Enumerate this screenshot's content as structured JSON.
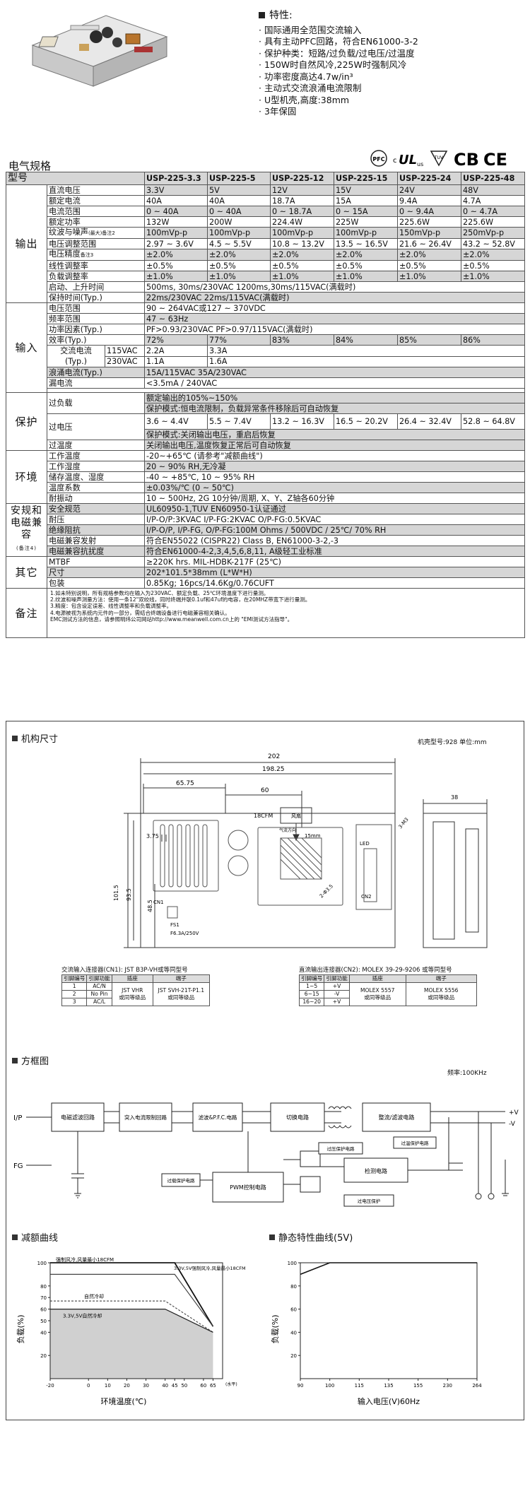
{
  "features": {
    "title": "特性:",
    "items": [
      "国际通用全范围交流输入",
      "具有主动PFC回路，符合EN61000-3-2",
      "保护种类：短路/过负载/过电压/过温度",
      "150W时自然风冷,225W时强制风冷",
      "功率密度高达4.7w/in³",
      "主动式交流浪涌电流限制",
      "U型机壳,高度:38mm",
      "3年保固"
    ]
  },
  "spec_title": "电气规格",
  "certs": {
    "c1": "PFC",
    "c2": "c",
    "c3": "UL",
    "c4": "us",
    "c5": "TUV",
    "c6": "CB",
    "c7": "CE"
  },
  "table": {
    "model_label": "型号",
    "models": [
      "USP-225-3.3",
      "USP-225-5",
      "USP-225-12",
      "USP-225-15",
      "USP-225-24",
      "USP-225-48"
    ],
    "groups": {
      "output": "输出",
      "input": "输入",
      "protection": "保护",
      "environment": "环境",
      "safety": "安规和电磁兼容",
      "safety_note": "(备注4)",
      "other": "其它",
      "remarks": "备注"
    },
    "out": [
      {
        "label": "直流电压",
        "vals": [
          "3.3V",
          "5V",
          "12V",
          "15V",
          "24V",
          "48V"
        ]
      },
      {
        "label": "额定电流",
        "vals": [
          "40A",
          "40A",
          "18.7A",
          "15A",
          "9.4A",
          "4.7A"
        ]
      },
      {
        "label": "电流范围",
        "vals": [
          "0 ~ 40A",
          "0 ~ 40A",
          "0 ~ 18.7A",
          "0 ~ 15A",
          "0 ~ 9.4A",
          "0 ~ 4.7A"
        ]
      },
      {
        "label": "额定功率",
        "vals": [
          "132W",
          "200W",
          "224.4W",
          "225W",
          "225.6W",
          "225.6W"
        ]
      },
      {
        "label": "纹波与噪声",
        "note": "(最大)备注2",
        "vals": [
          "100mVp-p",
          "100mVp-p",
          "100mVp-p",
          "100mVp-p",
          "150mVp-p",
          "250mVp-p"
        ]
      },
      {
        "label": "电压调整范围",
        "vals": [
          "2.97 ~ 3.6V",
          "4.5 ~ 5.5V",
          "10.8 ~ 13.2V",
          "13.5 ~ 16.5V",
          "21.6 ~ 26.4V",
          "43.2 ~ 52.8V"
        ]
      },
      {
        "label": "电压精度",
        "note": "备注3",
        "vals": [
          "±2.0%",
          "±2.0%",
          "±2.0%",
          "±2.0%",
          "±2.0%",
          "±2.0%"
        ]
      },
      {
        "label": "线性调整率",
        "vals": [
          "±0.5%",
          "±0.5%",
          "±0.5%",
          "±0.5%",
          "±0.5%",
          "±0.5%"
        ]
      },
      {
        "label": "负载调整率",
        "vals": [
          "±1.0%",
          "±1.0%",
          "±1.0%",
          "±1.0%",
          "±1.0%",
          "±1.0%"
        ]
      }
    ],
    "out_setup": {
      "label": "启动、上升时间",
      "value": "500ms, 30ms/230VAC     1200ms,30ms/115VAC(满载时)"
    },
    "out_hold": {
      "label": "保持时间(Typ.)",
      "value": "22ms/230VAC     22ms/115VAC(满载时)"
    },
    "in_vrange": {
      "label": "电压范围",
      "value": "90 ~ 264VAC或127 ~ 370VDC"
    },
    "in_freq": {
      "label": "频率范围",
      "value": "47 ~ 63Hz"
    },
    "in_pf": {
      "label": "功率因素(Typ.)",
      "value": "PF>0.93/230VAC        PF>0.97/115VAC(满载时)"
    },
    "in_eff": {
      "label": "效率(Typ.)",
      "vals": [
        "72%",
        "77%",
        "83%",
        "84%",
        "85%",
        "86%"
      ]
    },
    "in_cur": {
      "label": "交流电流",
      "sub": "(Typ.)",
      "r1": "115VAC",
      "r2": "230VAC",
      "v115": [
        "2.2A",
        "3.3A"
      ],
      "v230": [
        "1.1A",
        "1.6A"
      ]
    },
    "in_inrush": {
      "label": "浪涌电流(Typ.)",
      "value": "15A/115VAC        35A/230VAC"
    },
    "in_leak": {
      "label": "漏电流",
      "value": "<3.5mA / 240VAC"
    },
    "prot_ol": {
      "label": "过负载",
      "v1": "额定输出的105%~150%",
      "v2": "保护模式:恒电流限制，负载异常条件移除后可自动恢复"
    },
    "prot_ov": {
      "label": "过电压",
      "vals": [
        "3.6 ~ 4.4V",
        "5.5 ~ 7.4V",
        "13.2 ~ 16.3V",
        "16.5 ~ 20.2V",
        "26.4 ~ 32.4V",
        "52.8 ~ 64.8V"
      ],
      "mode": "保护模式:关闭输出电压，重启后恢复"
    },
    "prot_ot": {
      "label": "过温度",
      "value": "关闭输出电压,温度恢复正常后可自动恢复"
    },
    "env": [
      {
        "label": "工作温度",
        "value": "-20~+65℃ (请参考\"减额曲线\")"
      },
      {
        "label": "工作湿度",
        "value": "20 ~ 90% RH,无冷凝"
      },
      {
        "label": "储存温度、湿度",
        "value": "-40 ~ +85℃, 10 ~ 95% RH"
      },
      {
        "label": "温度系数",
        "value": "±0.03%/℃ (0 ~ 50℃)"
      },
      {
        "label": "耐振动",
        "value": "10 ~ 500Hz, 2G 10分钟/周期, X、Y、Z轴各60分钟"
      }
    ],
    "safety": [
      {
        "label": "安全规范",
        "value": "UL60950-1,TUV EN60950-1认证通过"
      },
      {
        "label": "耐压",
        "value": "I/P-O/P:3KVAC     I/P-FG:2KVAC     O/P-FG:0.5KVAC"
      },
      {
        "label": "绝缘阻抗",
        "value": "I/P-O/P, I/P-FG, O/P-FG:100M Ohms / 500VDC / 25℃/ 70% RH"
      },
      {
        "label": "电磁兼容发射",
        "value": "符合EN55022 (CISPR22) Class B, EN61000-3-2,-3"
      },
      {
        "label": "电磁兼容抗扰度",
        "value": "符合EN61000-4-2,3,4,5,6,8,11, A级轻工业标准"
      }
    ],
    "other": [
      {
        "label": "MTBF",
        "value": "≥220K hrs.     MIL-HDBK-217F (25℃)"
      },
      {
        "label": "尺寸",
        "value": "202*101.5*38mm (L*W*H)"
      },
      {
        "label": "包装",
        "value": "0.85Kg; 16pcs/14.6Kg/0.76CUFT"
      }
    ],
    "remarks": [
      "1.如未特别说明，所有规格参数均在输入为230VAC、额定负载、25℃环境温度下进行量测。",
      "2.纹波和噪声测量方法：使用一条12\"双绞线，同时终端并联0.1uf和47uf的电容，在20MHZ带宽下进行量测。",
      "3.精度：包含设定误差、线性调整率和负载调整率。",
      "4.电源被视为系统内元件的一部分，需结合终端设备进行电磁兼容相关确认。",
      "EMC测试方法的信息，请参照明纬公司网站http://www.meanwell.com.cn上的 \"EMI测试方法指导\"。"
    ]
  },
  "mech": {
    "title": "机构尺寸",
    "case_note": "机壳型号:928 单位:mm",
    "dims": {
      "d202": "202",
      "d19825": "198.25",
      "d6575": "65.75",
      "d60": "60",
      "d375": "3.75",
      "d485": "48.5",
      "d935": "93.5",
      "d1015": "101.5",
      "d38": "38",
      "fan": "18CFM",
      "fan_label": "风扇",
      "airflow": "气流方向",
      "d15": "15mm",
      "led": "LED",
      "cn1": "CN1",
      "cn2": "CN2",
      "fs1": "FS1",
      "fuse": "F6.3A/250V",
      "m3": "3-M3",
      "d243": "2-Φ3.5"
    }
  },
  "cn1": {
    "title": "交流输入连接器(CN1): JST B3P-VH或等同型号",
    "headers": [
      "引脚编号",
      "引脚功能",
      "插座",
      "端子"
    ],
    "rows": [
      [
        "1",
        "AC/N"
      ],
      [
        "2",
        "No Pin"
      ],
      [
        "3",
        "AC/L"
      ]
    ],
    "housing": "JST VHR",
    "housing2": "或同等级品",
    "term": "JST SVH-21T-P1.1",
    "term2": "或同等级品"
  },
  "cn2": {
    "title": "直流输出连接器(CN2): MOLEX 39-29-9206 或等同型号",
    "headers": [
      "引脚编号",
      "引脚功能",
      "插座",
      "端子"
    ],
    "rows": [
      [
        "1~5",
        "+V"
      ],
      [
        "6~15",
        "-V"
      ],
      [
        "16~20",
        "+V"
      ]
    ],
    "housing": "MOLEX 5557",
    "housing2": "或同等级品",
    "term": "MOLEX 5556",
    "term2": "或同等级品"
  },
  "block": {
    "title": "方框图",
    "freq": "频率:100KHz",
    "ip": "I/P",
    "fg": "FG",
    "emi": "电磁滤波回路",
    "inrush": "突入电流限制回路",
    "pfc": "滤波&P.F.C.电路",
    "switch": "切换电路",
    "rect": "整流/滤波电路",
    "pwm": "PWM控制电路",
    "detect": "检测电路",
    "olp": "过载保护电路",
    "ovp": "过压保护电路",
    "otp": "过温保护电路",
    "ovp2": "过电压保护",
    "vplus": "+V",
    "vminus": "-V"
  },
  "derating": {
    "title": "减额曲线",
    "ylabel": "负载(%)",
    "xlabel": "环境温度(℃)",
    "xunit": "(水平)",
    "l1": "强制风冷,风量最小18CFM",
    "l2": "3.3V,5V强制风冷,风量最小18CFM",
    "l3": "自然冷却",
    "l4": "3.3V,5V自然冷却",
    "xticks": [
      "-20",
      "0",
      "10",
      "20",
      "30",
      "40",
      "45",
      "50",
      "60",
      "65"
    ],
    "yticks": [
      "100",
      "80",
      "70",
      "60",
      "50",
      "40",
      "20"
    ]
  },
  "static": {
    "title": "静态特性曲线(5V)",
    "ylabel": "负载(%)",
    "xlabel": "输入电压(V)60Hz",
    "xticks": [
      "90",
      "100",
      "115",
      "135",
      "155",
      "230",
      "264"
    ],
    "yticks": [
      "100",
      "80",
      "60",
      "40",
      "20"
    ]
  },
  "chart_data": [
    {
      "type": "area",
      "title": "减额曲线",
      "xlabel": "环境温度(℃)",
      "ylabel": "负载(%)",
      "xlim": [
        -20,
        70
      ],
      "ylim": [
        0,
        100
      ],
      "series": [
        {
          "name": "强制风冷,风量最小18CFM",
          "x": [
            -20,
            45,
            65
          ],
          "y": [
            100,
            100,
            45
          ]
        },
        {
          "name": "3.3V,5V强制风冷,风量最小18CFM",
          "x": [
            -20,
            45,
            65
          ],
          "y": [
            90,
            90,
            45
          ]
        },
        {
          "name": "自然冷却",
          "x": [
            -20,
            40,
            65
          ],
          "y": [
            67,
            67,
            40
          ]
        },
        {
          "name": "3.3V,5V自然冷却",
          "x": [
            -20,
            40,
            65
          ],
          "y": [
            60,
            60,
            40
          ]
        }
      ]
    },
    {
      "type": "line",
      "title": "静态特性曲线(5V)",
      "xlabel": "输入电压(V)60Hz",
      "ylabel": "负载(%)",
      "ylim": [
        0,
        100
      ],
      "categories": [
        "90",
        "100",
        "115",
        "135",
        "155",
        "230",
        "264"
      ],
      "series": [
        {
          "name": "5V",
          "values": [
            90,
            100,
            100,
            100,
            100,
            100,
            100
          ]
        }
      ]
    }
  ]
}
